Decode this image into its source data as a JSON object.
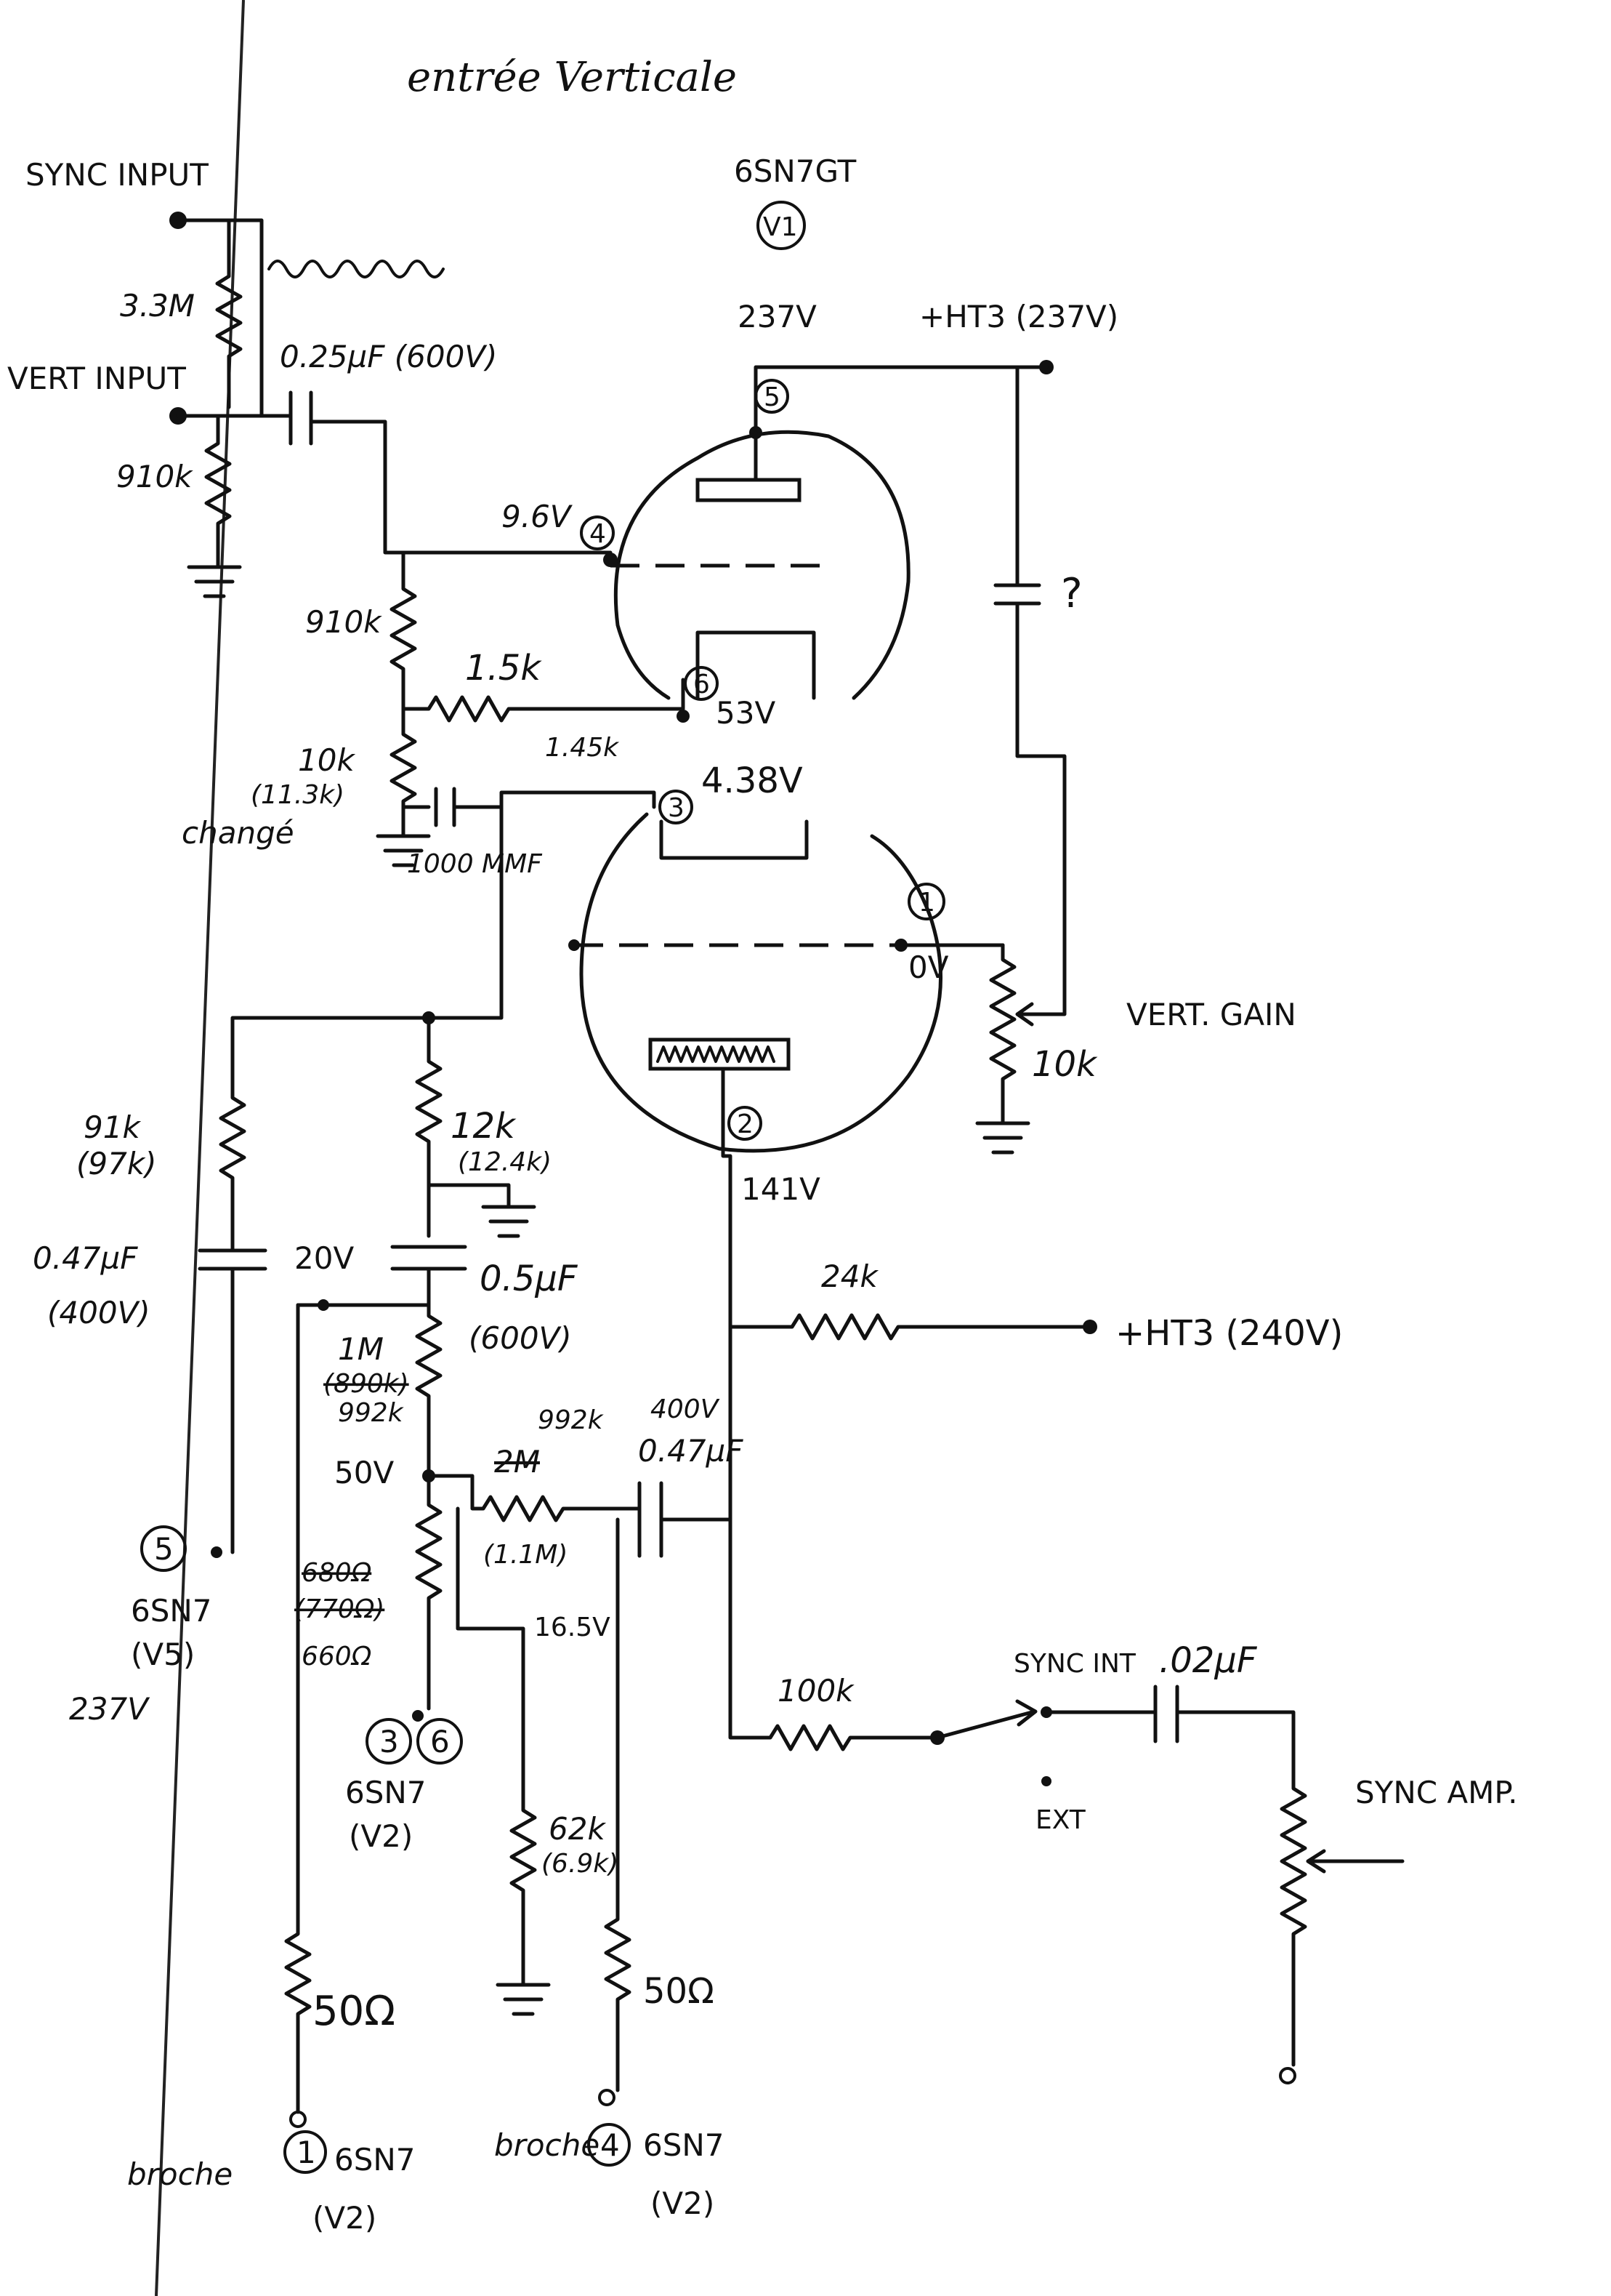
{
  "title": "entrée Verticale",
  "tube_v1": {
    "type": "6SN7GT",
    "ref": "V1"
  },
  "inputs": {
    "sync_input": "SYNC INPUT",
    "vert_input": "VERT INPUT"
  },
  "components": {
    "r_33m": "3.3M",
    "r_910k_top": "910k",
    "c_025": "0.25µF (600V)",
    "r_910k_grid": "910k",
    "r_15k": "1.5k",
    "r_15k_alt": "1.45k",
    "r_10k_cath": "10k",
    "r_10k_cath_alt": "(11.3k)",
    "changed_note": "changé",
    "c_1000": "1000 MMF",
    "r_91k": "91k",
    "r_91k_alt": "(97k)",
    "c_047_left": "0.47µF",
    "c_047_left_v": "(400V)",
    "r_12k": "12k",
    "r_12k_alt": "(12.4k)",
    "c_05": "0.5µF",
    "c_05_v": "(600V)",
    "r_1m": "1M",
    "r_1m_alt1": "(890k)",
    "r_1m_alt2": "992k",
    "r_1m_mid": "2M",
    "r_1m_mid_alt1": "992k",
    "r_1m_mid_alt2": "(1.1M)",
    "c_047_right_v": "400V",
    "c_047_right": "0.47µF",
    "r_680_a": "680Ω",
    "r_680_b": "(770Ω)",
    "r_680_c": "660Ω",
    "r_62k": "62k",
    "r_62k_alt": "(6.9k)",
    "r_50_left": "50Ω",
    "r_50_right": "50Ω",
    "r_24k": "24k",
    "r_100k": "100k",
    "c_002": ".02µF",
    "r_vert_gain": "10k",
    "vert_gain_label": "VERT. GAIN",
    "sync_amp_label": "SYNC AMP.",
    "cap_unknown": "?"
  },
  "voltages": {
    "plate_v1a": "237V",
    "ht3_top": "+HT3 (237V)",
    "grid_4": "9.6V",
    "cath_6": "53V",
    "grid_3": "4.38V",
    "grid_1": "0V",
    "plate_2": "141V",
    "v20": "20V",
    "v50": "50V",
    "v165": "16.5V",
    "ht3_right": "+HT3 (240V)",
    "v5_237": "237V"
  },
  "pins": {
    "p5": "5",
    "p4": "4",
    "p6": "6",
    "p3": "3",
    "p1": "1",
    "p2": "2"
  },
  "connections": {
    "v5_pin": "5",
    "v5_tube": "6SN7",
    "v5_ref": "(V5)",
    "v2_pin_a": "3",
    "v2_pin_b": "6",
    "v2_tube": "6SN7",
    "v2_ref": "(V2)",
    "broche1_word": "broche",
    "broche1_pin": "1",
    "broche1_tube": "6SN7",
    "broche1_ref": "(V2)",
    "broche4_word": "broche",
    "broche4_pin": "4",
    "broche4_tube": "6SN7",
    "broche4_ref": "(V2)"
  },
  "switch": {
    "sync_int": "SYNC INT",
    "ext": "EXT"
  }
}
